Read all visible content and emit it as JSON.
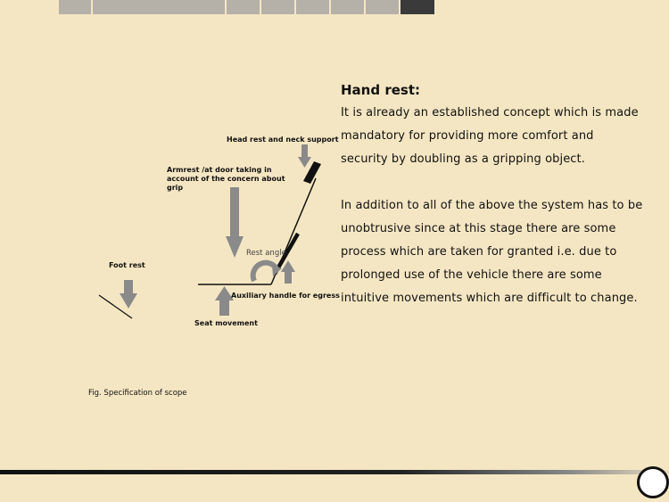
{
  "heading": "Hand rest:",
  "paragraphs": [
    "It is already an established concept which is made mandatory for providing more comfort and security by doubling as a gripping object.",
    "In addition to all of the above the system has to be unobtrusive since at this stage there are some process which are taken for granted i.e. due to prolonged use of the vehicle there are some intuitive movements which are difficult to change."
  ],
  "diagram": {
    "labels": {
      "head_rest": "Head rest and neck support",
      "armrest_line1": "Armrest /at door taking in",
      "armrest_line2": "account of the concern about",
      "armrest_line3": "grip",
      "foot_rest": "Foot rest",
      "rest_angle": "Rest angle",
      "aux_handle": "Auxiliary handle for egress",
      "seat_movement": "Seat movement"
    },
    "caption": "Fig. Specification of scope"
  },
  "colors": {
    "background": "#f5e6c3",
    "arrow": "#8a8a8a",
    "nav_active": "#3a3a3a",
    "nav_inactive": "#b5b1a8"
  }
}
